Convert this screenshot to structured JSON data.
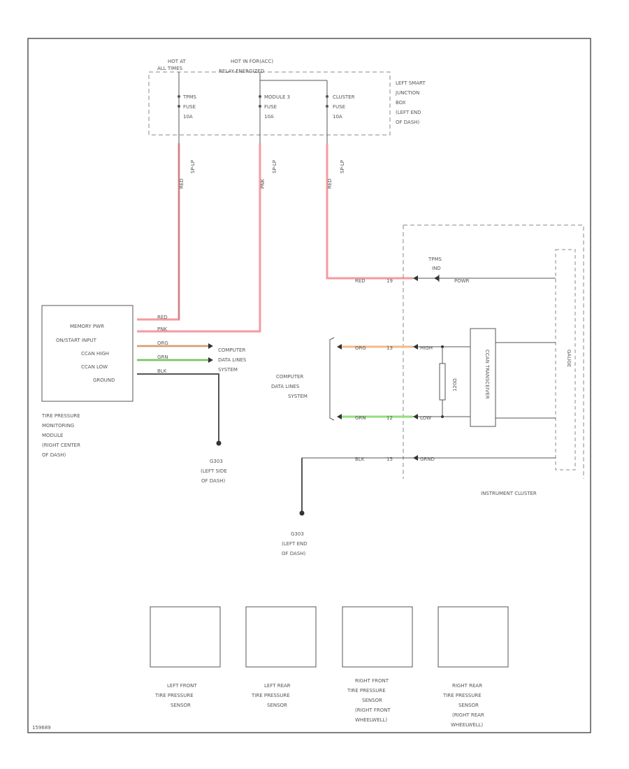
{
  "junction_box": {
    "hot_at_label": [
      "HOT AT",
      "ALL TIMES"
    ],
    "hot_in_label": [
      "HOT IN FOR(ACC)",
      "RELAY ENERGIZED"
    ],
    "fuses": [
      [
        "TPMS",
        "FUSE",
        "10A"
      ],
      [
        "MODULE 3",
        "FUSE",
        "10A"
      ],
      [
        "CLUSTER",
        "FUSE",
        "10A"
      ]
    ],
    "name": [
      "LEFT SMART",
      "JUNCTION",
      "BOX",
      "(LEFT END",
      "OF DASH)"
    ],
    "splice_label": "SP-LP"
  },
  "tpms_module": {
    "pins": [
      "MEMORY PWR",
      "ON/START INPUT",
      "CCAN HIGH",
      "CCAN LOW",
      "GROUND"
    ],
    "wire_colors": [
      "RED",
      "PNK",
      "ORG",
      "GRN",
      "BLK"
    ],
    "name": [
      "TIRE PRESSURE",
      "MONITORING",
      "MODULE",
      "(RIGHT CENTER",
      "OF DASH)"
    ],
    "data_lines": [
      "COMPUTER",
      "DATA LINES",
      "SYSTEM"
    ],
    "ground": [
      "G303",
      "(LEFT SIDE",
      "OF DASH)"
    ]
  },
  "cluster": {
    "tpms_ind": [
      "TPMS",
      "IND"
    ],
    "wire_colors": [
      "RED",
      "ORG",
      "GRN",
      "BLK"
    ],
    "pin_nums": [
      "19",
      "13",
      "12",
      "15"
    ],
    "pins": [
      "POWR",
      "HIGH",
      "LOW",
      "GRND"
    ],
    "transceiver": "CCAN TRANSCEIVER",
    "resistor": "120Ω",
    "gauge": "GAUGE",
    "data_lines": [
      "COMPUTER",
      "DATA LINES",
      "SYSTEM"
    ],
    "name": "INSTRUMENT CLUSTER",
    "ground": [
      "G303",
      "(LEFT END",
      "OF DASH)"
    ]
  },
  "sensors": [
    [
      "LEFT FRONT",
      "TIRE PRESSURE",
      "SENSOR"
    ],
    [
      "LEFT REAR",
      "TIRE PRESSURE",
      "SENSOR"
    ],
    [
      "RIGHT FRONT",
      "TIRE PRESSURE",
      "SENSOR",
      "(RIGHT FRONT",
      "WHEELWELL)"
    ],
    [
      "RIGHT REAR",
      "TIRE PRESSURE",
      "SENSOR",
      "(RIGHT REAR",
      "WHEELWELL)"
    ]
  ],
  "figure_id": "159689",
  "colors": {
    "red_wire": "#f59aa0",
    "orange_wire": "#f5b98a",
    "green_wire": "#8fe07a",
    "line": "#555555"
  }
}
